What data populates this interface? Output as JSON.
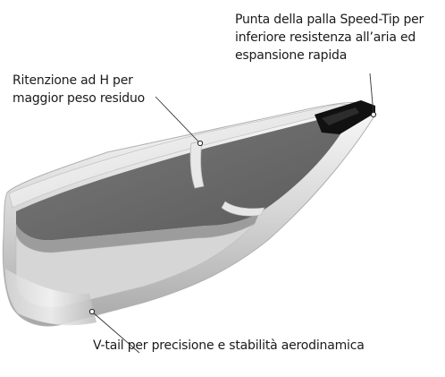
{
  "callouts": {
    "tip": "Punta della palla Speed-Tip per\ninferiore resistenza all’aria ed\nespansione rapida",
    "h_retention": "Ritenzione ad H per\nmaggior peso residuo",
    "v_tail": "V-tail per precisione e stabilità aerodinamica"
  },
  "colors": {
    "jacket_light": "#f2f2f2",
    "jacket_mid": "#c9c9c9",
    "jacket_dark": "#9a9a9a",
    "core": "#6e6e6e",
    "core_dark": "#4a4a4a",
    "tip": "#111111",
    "leader": "#333333"
  }
}
